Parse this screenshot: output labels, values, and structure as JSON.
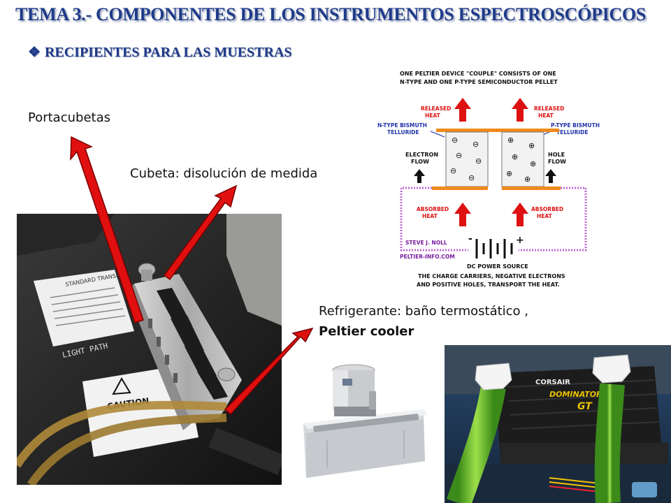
{
  "slide": {
    "title": "TEMA 3.- COMPONENTES DE LOS INSTRUMENTOS ESPECTROSCÓPICOS",
    "subtitle_bullet": "❖",
    "subtitle": "RECIPIENTES PARA LAS MUESTRAS"
  },
  "labels": {
    "portacubetas": "Portacubetas",
    "cubeta": "Cubeta: disolución de medida",
    "refrigerante": "Refrigerante: baño termostático ,",
    "peltier": "Peltier cooler"
  },
  "diagram": {
    "heading_line1": "ONE PELTIER DEVICE \"COUPLE\" CONSISTS OF ONE",
    "heading_line2": "N-TYPE AND ONE P-TYPE SEMICONDUCTOR PELLET",
    "released_heat_left": [
      "RELEASED",
      "HEAT"
    ],
    "released_heat_right": [
      "RELEASED",
      "HEAT"
    ],
    "n_type": [
      "N-TYPE BISMUTH",
      "TELLURIDE"
    ],
    "p_type": [
      "P-TYPE BISMUTH",
      "TELLURIDE"
    ],
    "electron_flow": [
      "ELECTRON",
      "FLOW"
    ],
    "hole_flow": [
      "HOLE",
      "FLOW"
    ],
    "absorbed_heat_left": [
      "ABSORBED",
      "HEAT"
    ],
    "absorbed_heat_right": [
      "ABSORBED",
      "HEAT"
    ],
    "author": "STEVE J. NOLL",
    "site": "PELTIER-INFO.COM",
    "minus": "-",
    "plus": "+",
    "power_source": "DC POWER SOURCE",
    "footer_line1": "THE CHARGE CARRIERS, NEGATIVE ELECTRONS",
    "footer_line2": "AND POSITIVE HOLES, TRANSPORT THE HEAT.",
    "minus_glyph": "⊖",
    "plus_glyph": "⊕"
  },
  "photo_text": {
    "standard_transport": "STANDARD TRANSPORT",
    "light_path": "LIGHT PATH",
    "caution": "CAUTION",
    "corsair": "CORSAIR",
    "dominator": "DOMINATOR",
    "gt": "GT"
  },
  "colors": {
    "title": "#1f3b8a",
    "arrow": "#e01010",
    "diagram_red": "#dd1111",
    "diagram_orange": "#f08a1c"
  }
}
